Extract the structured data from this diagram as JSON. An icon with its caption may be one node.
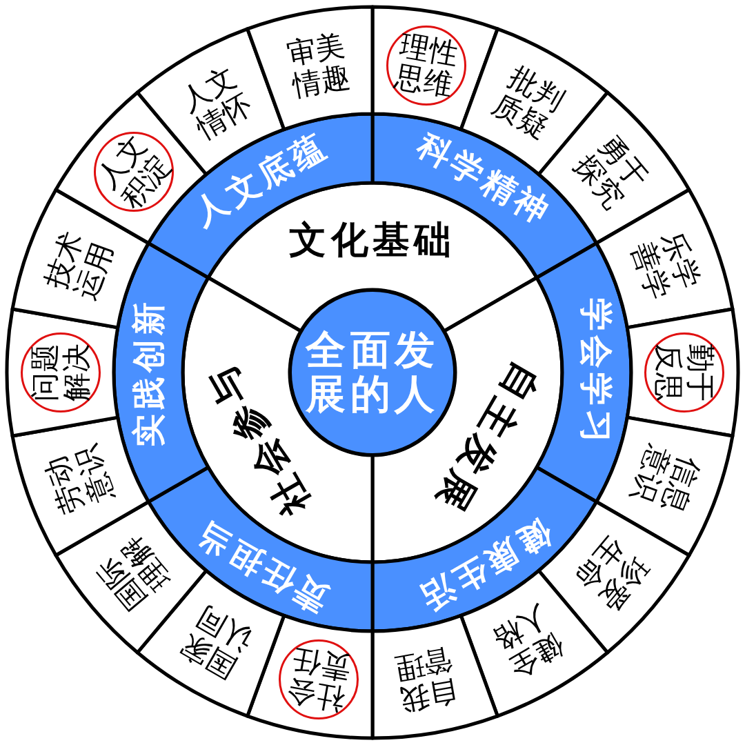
{
  "diagram": {
    "nodes": [
      {
        "text": [
          "全面发展的人"
        ]
      },
      {
        "text": [
          "文化基础"
        ]
      },
      {
        "text": [
          "自主发展"
        ]
      },
      {
        "text": [
          "社会参与"
        ]
      },
      {
        "text": [
          "科学精神"
        ]
      },
      {
        "text": [
          "学会学习"
        ]
      },
      {
        "text": [
          "健康生活"
        ]
      },
      {
        "text": [
          "责任担当"
        ]
      },
      {
        "text": [
          "实践创新"
        ]
      },
      {
        "text": [
          "人文底蕴"
        ]
      },
      {
        "text": [],
        "shape": "box"
      },
      {
        "text": [
          "理性思维"
        ],
        "in": 10
      },
      {
        "text": [
          "批判质疑"
        ]
      },
      {
        "text": [
          "勇于探究"
        ]
      },
      {
        "text": [
          "乐学善学"
        ]
      },
      {
        "text": [],
        "shape": "box"
      },
      {
        "text": [
          "勤于反思"
        ],
        "in": 15
      },
      {
        "text": [
          "信息意识"
        ]
      },
      {
        "text": [
          "珍爱生命"
        ]
      },
      {
        "text": [
          "健全人格"
        ]
      },
      {
        "text": [
          "自我管理"
        ]
      },
      {
        "text": [],
        "shape": "box"
      },
      {
        "text": [
          "社会责任"
        ],
        "in": 21
      },
      {
        "text": [
          "国家认同"
        ]
      },
      {
        "text": [
          "国际理解"
        ]
      },
      {
        "text": [
          "劳动意识"
        ]
      },
      {
        "text": [],
        "shape": "box"
      },
      {
        "text": [
          "问题解决"
        ],
        "in": 26
      },
      {
        "text": [
          "技术运用"
        ]
      },
      {
        "text": [],
        "shape": "box"
      },
      {
        "text": [
          "人文积淀"
        ],
        "in": 29
      },
      {
        "text": [
          "人文情怀"
        ]
      },
      {
        "text": [
          "审美情趣"
        ]
      }
    ]
  }
}
